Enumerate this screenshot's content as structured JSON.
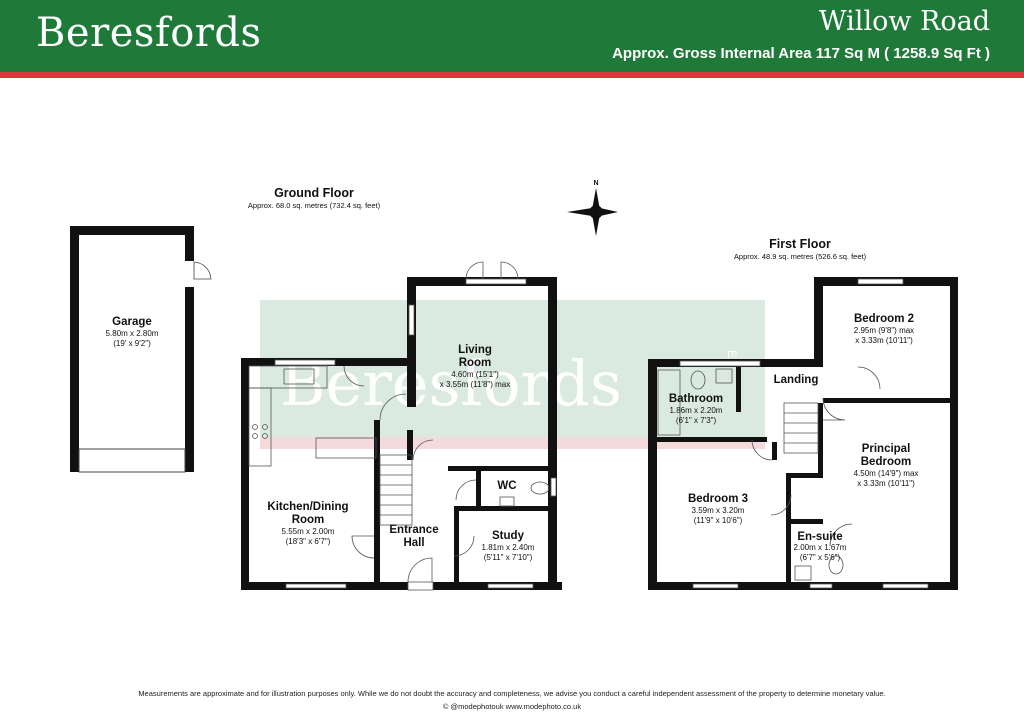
{
  "header": {
    "brand": "Beresfords",
    "property_title": "Willow Road",
    "gross_area": "Approx. Gross Internal Area 117 Sq M ( 1258.9 Sq Ft )"
  },
  "compass": {
    "north": "N"
  },
  "ground_floor": {
    "title": "Ground Floor",
    "area": "Approx. 68.0 sq. metres (732.4 sq. feet)",
    "rooms": {
      "garage": {
        "name": "Garage",
        "dim1": "5.80m x 2.80m",
        "dim2": "(19' x 9'2\")"
      },
      "living": {
        "name1": "Living",
        "name2": "Room",
        "dim1": "4.60m (15'1\")",
        "dim2": "x 3.55m (11'8\") max"
      },
      "kitchen": {
        "name1": "Kitchen/Dining",
        "name2": "Room",
        "dim1": "5.55m x 2.00m",
        "dim2": "(18'3\" x 6'7\")"
      },
      "entrance": {
        "name1": "Entrance",
        "name2": "Hall"
      },
      "wc": {
        "name": "WC"
      },
      "study": {
        "name": "Study",
        "dim1": "1.81m x 2.40m",
        "dim2": "(5'11\" x 7'10\")"
      }
    }
  },
  "first_floor": {
    "title": "First Floor",
    "area": "Approx. 48.9 sq. metres (526.6 sq. feet)",
    "rooms": {
      "bedroom2": {
        "name": "Bedroom 2",
        "dim1": "2.95m (9'8\") max",
        "dim2": "x 3.33m (10'11\")"
      },
      "landing": {
        "name": "Landing"
      },
      "bathroom": {
        "name": "Bathroom",
        "dim1": "1.86m x 2.20m",
        "dim2": "(6'1\" x 7'3\")"
      },
      "principal": {
        "name1": "Principal",
        "name2": "Bedroom",
        "dim1": "4.50m (14'9\") max",
        "dim2": "x 3.33m (10'11\")"
      },
      "bedroom3": {
        "name": "Bedroom 3",
        "dim1": "3.59m x 3.20m",
        "dim2": "(11'9\" x 10'6\")"
      },
      "ensuite": {
        "name": "En-suite",
        "dim1": "2.00m x 1.67m",
        "dim2": "(6'7\" x 5'6\")"
      }
    }
  },
  "watermark": {
    "text": "Beresfords",
    "side_text": "ES"
  },
  "footer": {
    "disclaimer": "Measurements are approximate and for illustration purposes only.  While we do not doubt the accuracy and completeness, we advise you conduct a careful independent assessment of the property to determine monetary value.",
    "credit": "© @modephotouk www.modephoto.co.uk"
  },
  "colors": {
    "header_green": "#1f7a3a",
    "header_red": "#d63a3a",
    "wall": "#111111",
    "watermark_green": "#cfe3d6",
    "watermark_pink": "#f3d3d6"
  }
}
